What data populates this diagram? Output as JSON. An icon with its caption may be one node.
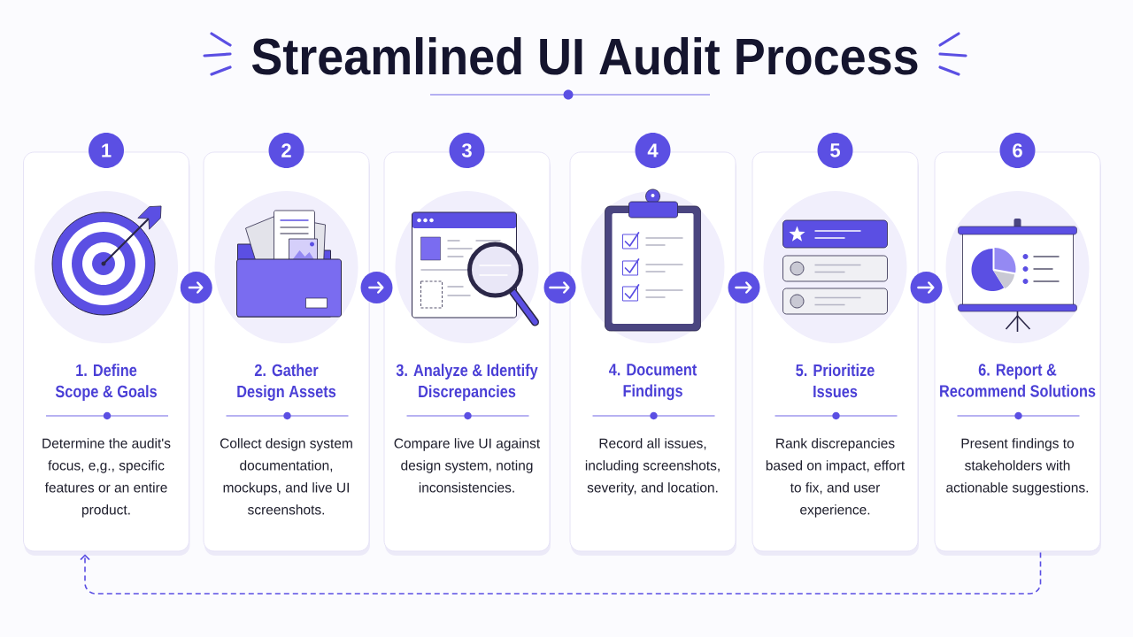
{
  "diagram": {
    "title": "Streamlined UI Audit Process",
    "nodes": [
      {
        "text": [
          "1"
        ]
      },
      {
        "text": [
          "1. Define Scope & Goals",
          "Determine the audit's focus, e,g., specific features or an entire product."
        ]
      },
      {
        "text": [
          "2"
        ]
      },
      {
        "text": [
          "2. Gather Design Assets",
          "Collect design system documentation, mockups, and live UI screenshots."
        ]
      },
      {
        "text": [
          "3"
        ]
      },
      {
        "text": [
          "3. Analyze & Identify Discrepancies",
          "Compare live UI against design system, noting inconsistencies."
        ]
      },
      {
        "text": [
          "4"
        ]
      },
      {
        "text": [
          "4. Document Findings",
          "Record all issues, including screenshots, severity, and location."
        ]
      },
      {
        "text": [
          "5"
        ]
      },
      {
        "text": [
          "5. Prioritize Issues",
          "Rank discrepancies based on impact, effort to fix, and user experience."
        ]
      },
      {
        "text": [
          "6"
        ]
      },
      {
        "text": [
          "6. Report & Recommend Solutions",
          "Present findings to stakeholders with actionable suggestions."
        ]
      }
    ],
    "edges": [
      {
        "from": 1,
        "to": 3,
        "arrow": "to"
      },
      {
        "from": 3,
        "to": 5,
        "arrow": "to"
      },
      {
        "from": 5,
        "to": 7,
        "arrow": "to"
      },
      {
        "from": 7,
        "to": 9,
        "arrow": "to"
      },
      {
        "from": 9,
        "to": 11,
        "arrow": "to"
      },
      {
        "from": 11,
        "to": 1,
        "arrow": "to",
        "style": "dashed",
        "color": "#5b4fe3"
      }
    ]
  }
}
